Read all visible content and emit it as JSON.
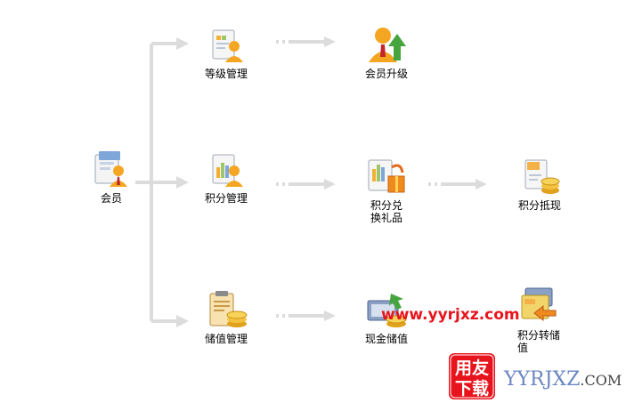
{
  "nodes": {
    "member": {
      "label": "会员"
    },
    "level_mgmt": {
      "label": "等级管理"
    },
    "member_upgrade": {
      "label": "会员升级"
    },
    "points_mgmt": {
      "label": "积分管理"
    },
    "points_exchange": {
      "label": "积分兑换礼品"
    },
    "points_cash": {
      "label": "积分抵现"
    },
    "stored_value_mgmt": {
      "label": "储值管理"
    },
    "cash_deposit": {
      "label": "现金储值"
    },
    "points_to_stored": {
      "label": "积分转储值"
    }
  },
  "watermark": {
    "url": "www.yyrjxz.com",
    "logo_text_top": "用友",
    "logo_text_bottom": "下载",
    "brand": "YYRJXZ",
    "brand_tld": ".COM"
  },
  "colors": {
    "connector": "#dcdcdc",
    "watermark_red": "#e8141d",
    "watermark_blue": "#6b86c2"
  }
}
